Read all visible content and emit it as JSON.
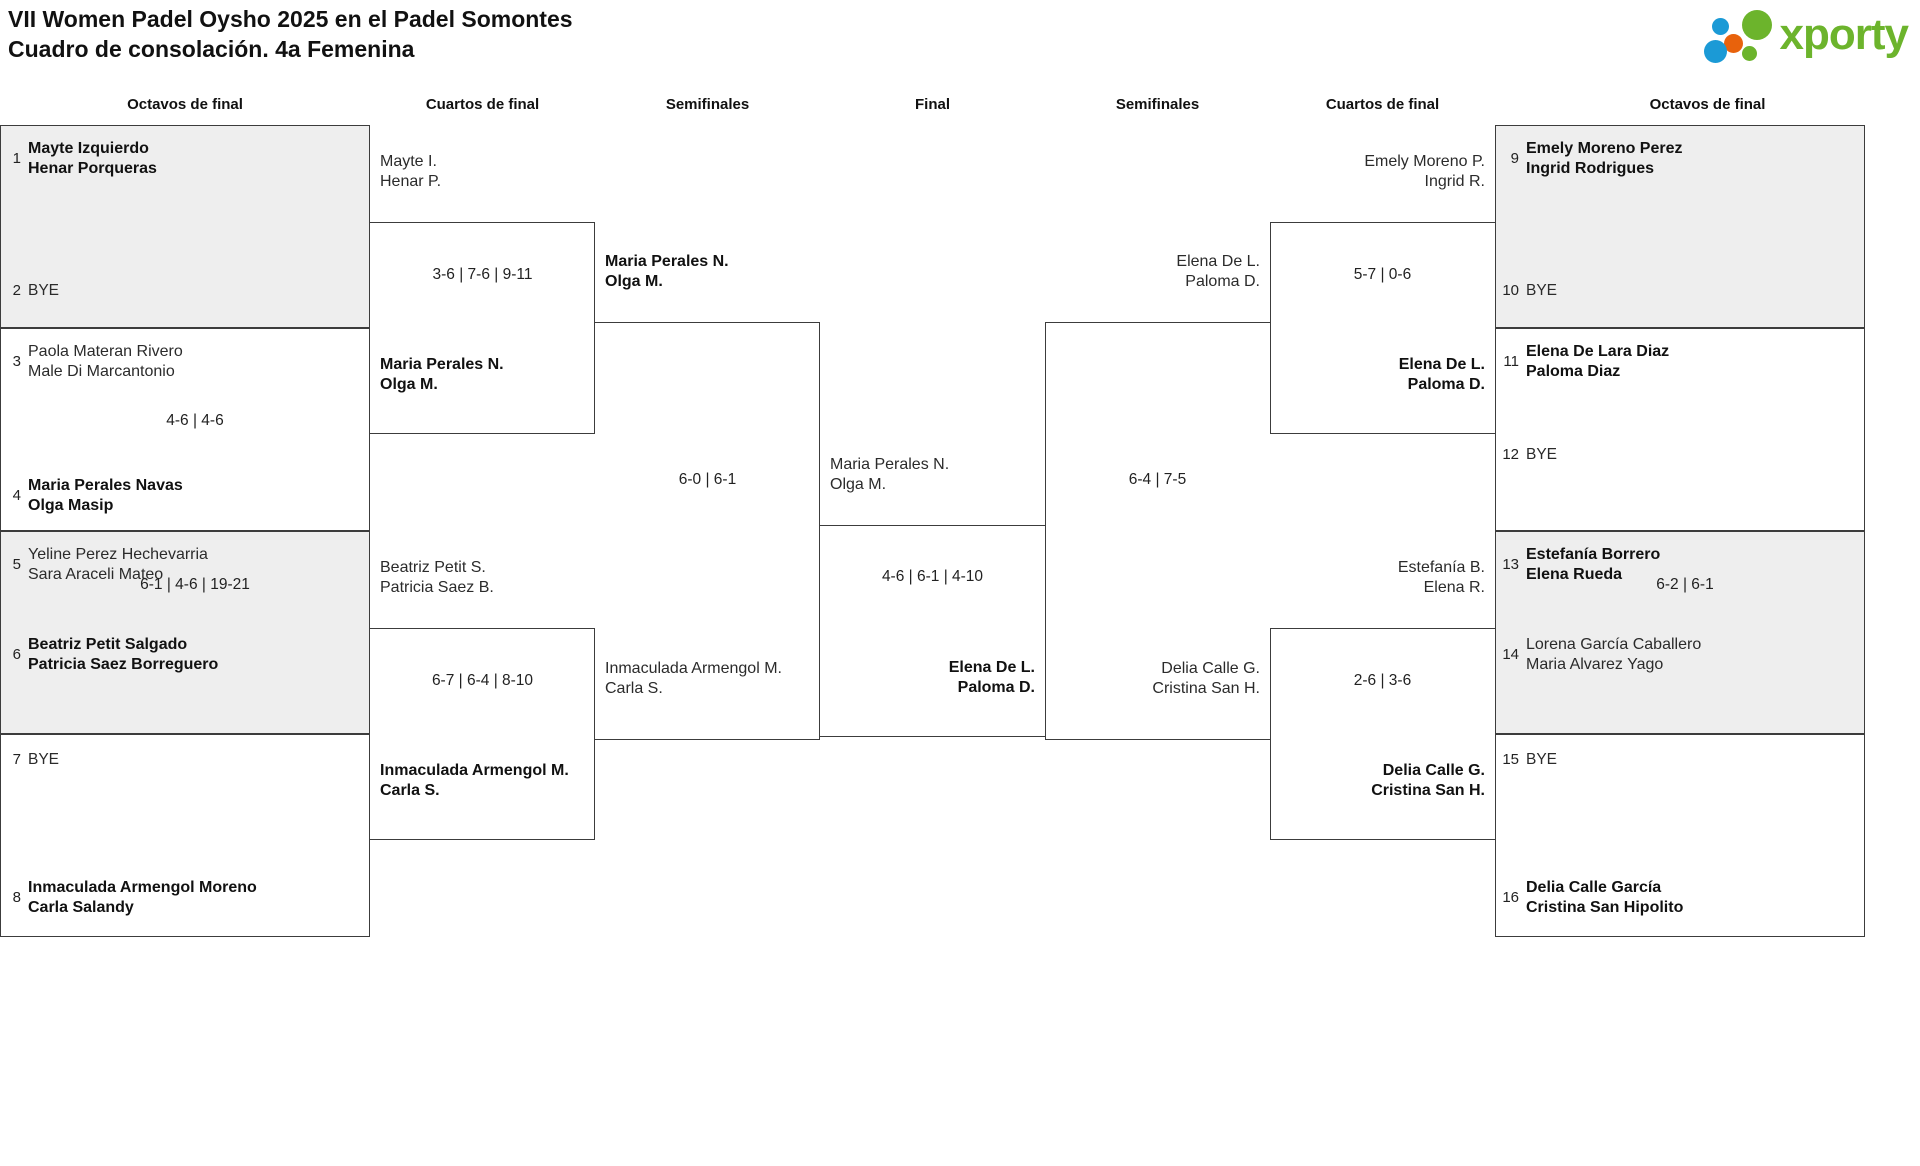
{
  "header": {
    "title_line1": "VII Women Padel Oysho 2025 en el Padel Somontes",
    "title_line2": "Cuadro de consolación. 4a Femenina",
    "logo_word": "xporty",
    "logo_colors": {
      "green": "#6cb42c",
      "orange": "#e8620c",
      "blue": "#1b9ad6"
    }
  },
  "rounds": [
    {
      "id": "octavos-left",
      "label": "Octavos de final"
    },
    {
      "id": "cuartos-left",
      "label": "Cuartos de final"
    },
    {
      "id": "semis-left",
      "label": "Semifinales"
    },
    {
      "id": "final",
      "label": "Final"
    },
    {
      "id": "semis-right",
      "label": "Semifinales"
    },
    {
      "id": "cuartos-right",
      "label": "Cuartos de final"
    },
    {
      "id": "octavos-right",
      "label": "Octavos de final"
    }
  ],
  "left": {
    "octavos": [
      {
        "seed": "1",
        "line1": "Mayte Izquierdo",
        "line2": "Henar Porqueras",
        "winner": true,
        "bye": false
      },
      {
        "seed": "2",
        "line1": "BYE",
        "line2": "",
        "winner": false,
        "bye": true
      },
      {
        "seed": "3",
        "line1": "Paola Materan Rivero",
        "line2": "Male Di Marcantonio",
        "winner": false,
        "bye": false
      },
      {
        "seed": "4",
        "line1": "Maria Perales Navas",
        "line2": "Olga Masip",
        "winner": true,
        "bye": false
      },
      {
        "seed": "5",
        "line1": "Yeline Perez Hechevarria",
        "line2": "Sara Araceli Mateo",
        "winner": false,
        "bye": false
      },
      {
        "seed": "6",
        "line1": "Beatriz Petit Salgado",
        "line2": "Patricia Saez Borreguero",
        "winner": true,
        "bye": false
      },
      {
        "seed": "7",
        "line1": "BYE",
        "line2": "",
        "winner": false,
        "bye": true
      },
      {
        "seed": "8",
        "line1": "Inmaculada Armengol Moreno",
        "line2": "Carla Salandy",
        "winner": true,
        "bye": false
      }
    ],
    "octavos_scores": [
      "",
      "4-6 | 4-6",
      "6-1 | 4-6 | 19-21",
      ""
    ],
    "cuartos": [
      {
        "line1": "Mayte I.",
        "line2": "Henar P.",
        "winner": false
      },
      {
        "line1": "Maria Perales N.",
        "line2": "Olga M.",
        "winner": true
      },
      {
        "line1": "Beatriz Petit S.",
        "line2": "Patricia Saez B.",
        "winner": false
      },
      {
        "line1": "Inmaculada Armengol M.",
        "line2": "Carla S.",
        "winner": true
      }
    ],
    "cuartos_scores": [
      "3-6 | 7-6 | 9-11",
      "6-7 | 6-4 | 8-10"
    ],
    "semis": [
      {
        "line1": "Maria Perales N.",
        "line2": "Olga M.",
        "winner": true
      },
      {
        "line1": "Inmaculada Armengol M.",
        "line2": "Carla S.",
        "winner": false
      }
    ],
    "semis_score": "6-0 | 6-1",
    "finalist": {
      "line1": "Maria Perales N.",
      "line2": "Olga M.",
      "winner": false
    }
  },
  "final": {
    "score": "4-6 | 6-1 | 4-10"
  },
  "right": {
    "octavos": [
      {
        "seed": "9",
        "line1": "Emely Moreno Perez",
        "line2": "Ingrid Rodrigues",
        "winner": true,
        "bye": false
      },
      {
        "seed": "10",
        "line1": "BYE",
        "line2": "",
        "winner": false,
        "bye": true
      },
      {
        "seed": "11",
        "line1": "Elena De Lara Diaz",
        "line2": "Paloma Diaz",
        "winner": true,
        "bye": false
      },
      {
        "seed": "12",
        "line1": "BYE",
        "line2": "",
        "winner": false,
        "bye": true
      },
      {
        "seed": "13",
        "line1": "Estefanía Borrero",
        "line2": "Elena Rueda",
        "winner": true,
        "bye": false
      },
      {
        "seed": "14",
        "line1": "Lorena García Caballero",
        "line2": "Maria Alvarez Yago",
        "winner": false,
        "bye": false
      },
      {
        "seed": "15",
        "line1": "BYE",
        "line2": "",
        "winner": false,
        "bye": true
      },
      {
        "seed": "16",
        "line1": "Delia Calle García",
        "line2": "Cristina San Hipolito",
        "winner": true,
        "bye": false
      }
    ],
    "octavos_scores": [
      "",
      "",
      "6-2 | 6-1",
      ""
    ],
    "cuartos": [
      {
        "line1": "Emely Moreno P.",
        "line2": "Ingrid R.",
        "winner": false
      },
      {
        "line1": "Elena De L.",
        "line2": "Paloma D.",
        "winner": true
      },
      {
        "line1": "Estefanía B.",
        "line2": "Elena R.",
        "winner": false
      },
      {
        "line1": "Delia Calle G.",
        "line2": "Cristina San H.",
        "winner": true
      }
    ],
    "cuartos_scores": [
      "5-7 | 0-6",
      "2-6 | 3-6"
    ],
    "semis": [
      {
        "line1": "Elena De L.",
        "line2": "Paloma D.",
        "winner": false
      },
      {
        "line1": "Delia Calle G.",
        "line2": "Cristina San H.",
        "winner": false
      }
    ],
    "semis_score": "6-4 | 7-5",
    "finalist": {
      "line1": "Elena De L.",
      "line2": "Paloma D.",
      "winner": true
    }
  }
}
